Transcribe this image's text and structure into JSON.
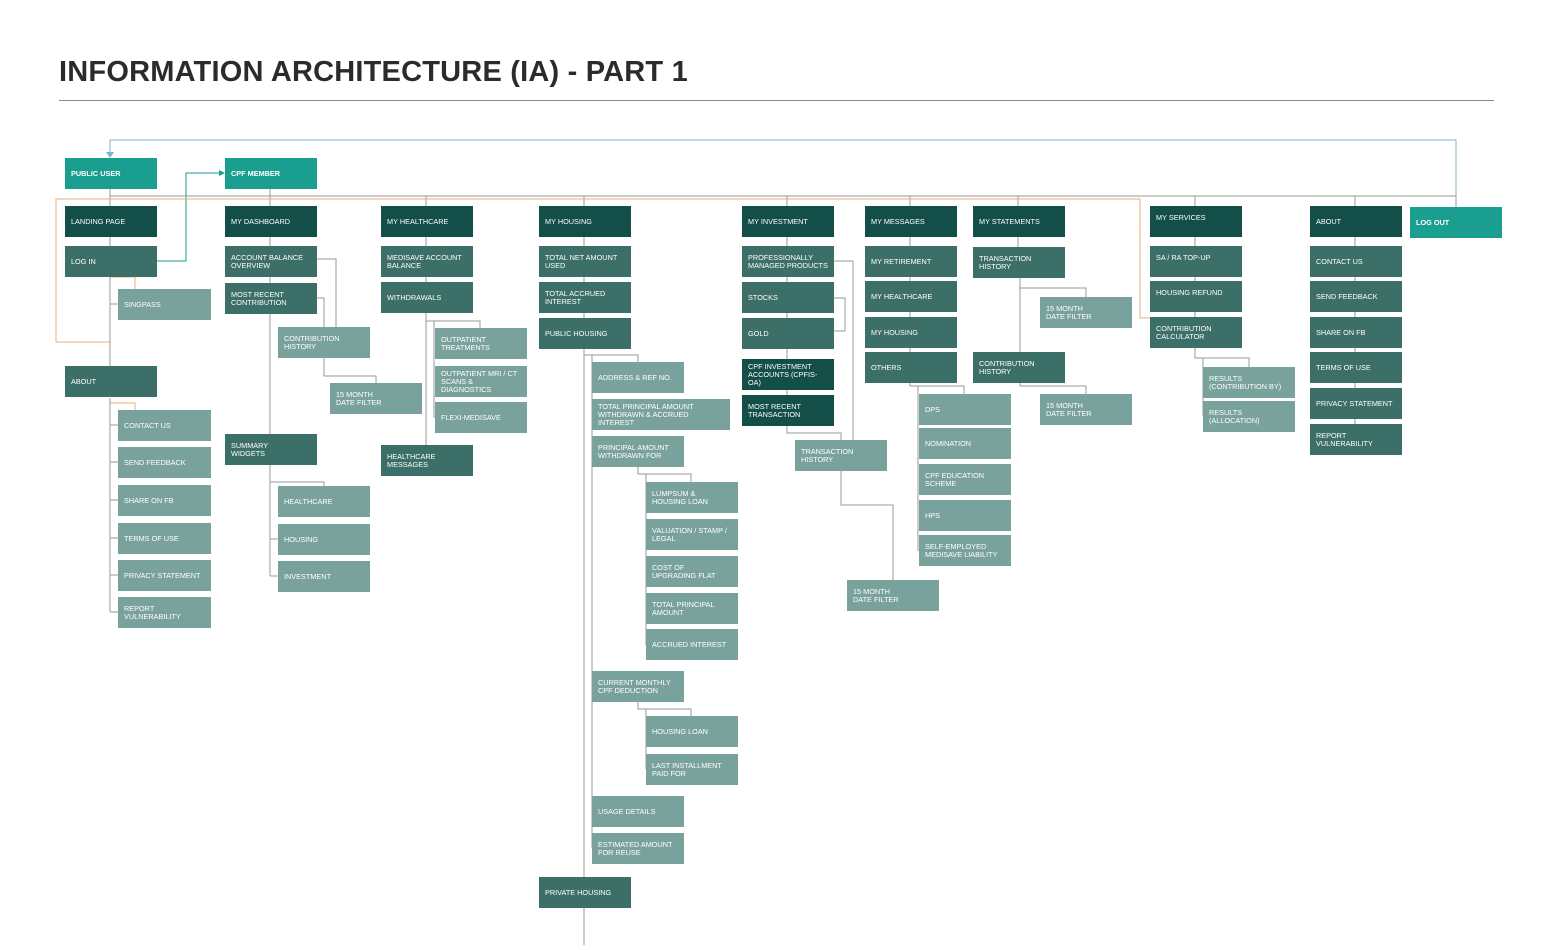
{
  "title": "INFORMATION ARCHITECTURE (IA) - PART 1",
  "colors": {
    "teal": "#1a9e8f",
    "dark": "#134e48",
    "mid": "#3c6f67",
    "light": "#7aa29c",
    "orange": "#e7b27b",
    "blue": "#7fb3cc",
    "gray": "#9a9a9a"
  },
  "nodes": {
    "public_user": "PUBLIC USER",
    "cpf_member": "CPF MEMBER",
    "landing_page": "LANDING PAGE",
    "log_in": "LOG IN",
    "singpass": "SINGPASS",
    "about_public": "ABOUT",
    "pub_contact_us": "CONTACT US",
    "pub_send_feedback": "SEND FEEDBACK",
    "pub_share_fb": "SHARE ON FB",
    "pub_terms": "TERMS OF USE",
    "pub_privacy": "PRIVACY STATEMENT",
    "pub_report": "REPORT\nVULNERABILITY",
    "my_dashboard": "MY DASHBOARD",
    "account_balance": "ACCOUNT BALANCE\nOVERVIEW",
    "most_recent_contribution": "MOST RECENT\nCONTRIBUTION",
    "dash_contribution_history": "CONTRIBUTION\nHISTORY",
    "dash_15_month": "15 MONTH\nDATE FILTER",
    "summary_widgets": "SUMMARY\nWIDGETS",
    "widget_healthcare": "HEALTHCARE",
    "widget_housing": "HOUSING",
    "widget_investment": "INVESTMENT",
    "my_healthcare": "MY HEALTHCARE",
    "medisave_balance": "MEDISAVE ACCOUNT\nBALANCE",
    "withdrawals": "WITHDRAWALS",
    "outpatient_treatments": "OUTPATIENT\nTREATMENTS",
    "outpatient_mri": "OUTPATIENT MRI / CT\nSCANS & DIAGNOSTICS",
    "flexi_medisave": "FLEXI-MEDISAVE",
    "healthcare_messages": "HEALTHCARE\nMESSAGES",
    "my_housing": "MY HOUSING",
    "total_net_amount": "TOTAL NET AMOUNT\nUSED",
    "total_accrued_interest": "TOTAL ACCRUED\nINTEREST",
    "public_housing": "PUBLIC HOUSING",
    "address_ref": "ADDRESS & REF NO.",
    "total_principal_withdrawn": "TOTAL PRINCIPAL AMOUNT\nWITHDRAWN & ACCRUED INTEREST",
    "principal_withdrawn_for": "PRINCIPAL AMOUNT\nWITHDRAWN FOR",
    "lumpsum": "LUMPSUM &\nHOUSING LOAN",
    "valuation": "VALUATION / STAMP /\nLEGAL",
    "cost_upgrading": "COST OF\nUPGRADING FLAT",
    "total_principal_amount": "TOTAL PRINCIPAL\nAMOUNT",
    "accrued_interest": "ACCRUED INTEREST",
    "current_monthly": "CURRENT MONTHLY\nCPF DEDUCTION",
    "housing_loan": "HOUSING LOAN",
    "last_installment": "LAST INSTALLMENT\nPAID FOR",
    "usage_details": "USAGE DETAILS",
    "estimated_amount": "ESTIMATED AMOUNT\nFOR REUSE",
    "private_housing": "PRIVATE HOUSING",
    "my_investment": "MY INVESTMENT",
    "professionally_managed": "PROFESSIONALLY\nMANAGED PRODUCTS",
    "stocks": "STOCKS",
    "gold": "GOLD",
    "cpf_investment_accounts": "CPF INVESTMENT\nACCOUNTS (CPFIS-OA)",
    "most_recent_transaction": "MOST RECENT\nTRANSACTION",
    "inv_transaction_history": "TRANSACTION\nHISTORY",
    "inv_15_month": "15 MONTH\nDATE FILTER",
    "my_messages": "MY MESSAGES",
    "msg_retirement": "MY RETIREMENT",
    "msg_healthcare": "MY HEALTHCARE",
    "msg_housing": "MY HOUSING",
    "msg_others": "OTHERS",
    "dps": "DPS",
    "nomination": "NOMINATION",
    "cpf_education": "CPF EDUCATION\nSCHEME",
    "hps": "HPS",
    "self_employed": "SELF-EMPLOYED\nMEDISAVE LIABILITY",
    "my_statements": "MY STATEMENTS",
    "stmt_transaction_history": "TRANSACTION\nHISTORY",
    "stmt_15_month_a": "15 MONTH\nDATE FILTER",
    "stmt_contribution_history": "CONTRIBUTION\nHISTORY",
    "stmt_15_month_b": "15 MONTH\nDATE FILTER",
    "my_services": "MY SERVICES",
    "sa_ra_topup": "SA / RA TOP-UP",
    "housing_refund": "HOUSING REFUND",
    "contribution_calculator": "CONTRIBUTION\nCALCULATOR",
    "results_contribution_by": "RESULTS\n(CONTRIBUTION BY)",
    "results_allocation": "RESULTS\n(ALLOCATION)",
    "about_member": "ABOUT",
    "mem_contact_us": "CONTACT US",
    "mem_send_feedback": "SEND FEEDBACK",
    "mem_share_fb": "SHARE ON FB",
    "mem_terms": "TERMS OF USE",
    "mem_privacy": "PRIVACY STATEMENT",
    "mem_report": "REPORT\nVULNERABILITY",
    "log_out": "LOG OUT"
  }
}
